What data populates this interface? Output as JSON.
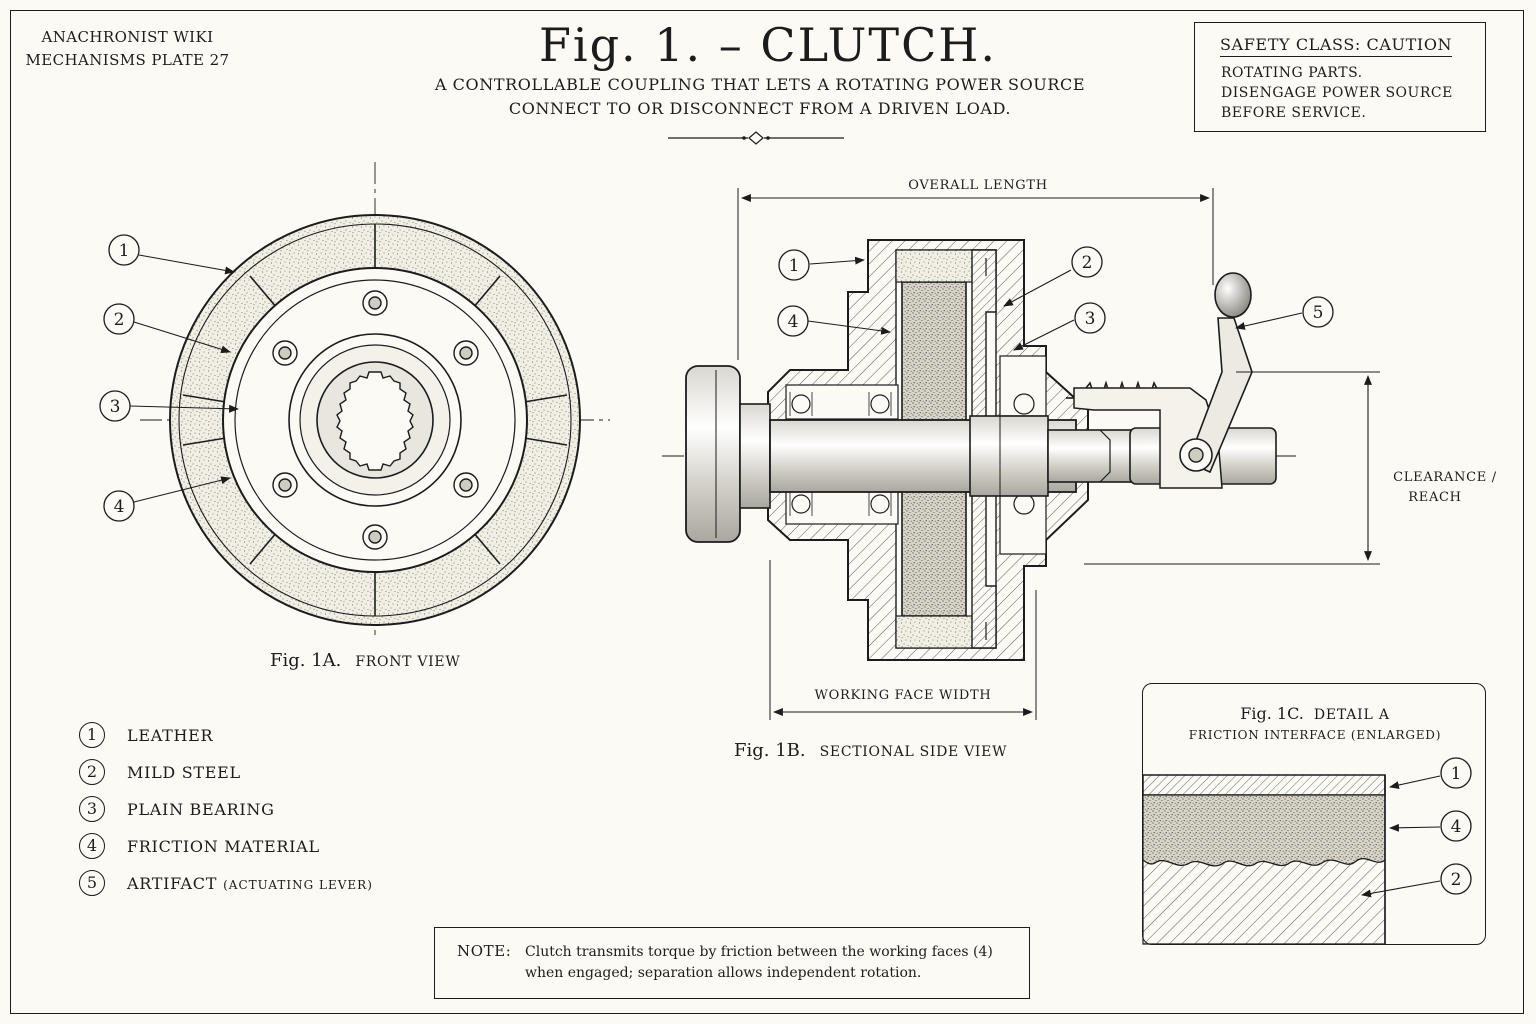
{
  "header": {
    "site": "ANACHRONIST WIKI",
    "plate": "MECHANISMS PLATE 27",
    "title": "Fig. 1. – CLUTCH.",
    "subtitle_line1": "A CONTROLLABLE COUPLING THAT LETS A ROTATING POWER SOURCE",
    "subtitle_line2": "CONNECT TO OR DISCONNECT FROM A DRIVEN LOAD."
  },
  "safety": {
    "heading": "SAFETY CLASS: CAUTION",
    "lines": [
      "ROTATING PARTS.",
      "DISENGAGE POWER SOURCE",
      "BEFORE SERVICE."
    ]
  },
  "fig1a": {
    "label": "Fig. 1A.",
    "view": "FRONT VIEW",
    "callouts": [
      "1",
      "2",
      "3",
      "4"
    ]
  },
  "fig1b": {
    "label": "Fig. 1B.",
    "view": "SECTIONAL SIDE VIEW",
    "callouts": [
      "1",
      "2",
      "3",
      "4",
      "5"
    ],
    "dim_overall": "OVERALL LENGTH",
    "dim_working": "WORKING FACE WIDTH",
    "dim_clearance_line1": "CLEARANCE /",
    "dim_clearance_line2": "REACH"
  },
  "fig1c": {
    "label": "Fig. 1C.",
    "view": "DETAIL A",
    "subtitle": "FRICTION INTERFACE (ENLARGED)",
    "callouts": [
      "1",
      "4",
      "2"
    ]
  },
  "legend": [
    {
      "num": "1",
      "label": "LEATHER",
      "note": ""
    },
    {
      "num": "2",
      "label": "MILD STEEL",
      "note": ""
    },
    {
      "num": "3",
      "label": "PLAIN BEARING",
      "note": ""
    },
    {
      "num": "4",
      "label": "FRICTION MATERIAL",
      "note": ""
    },
    {
      "num": "5",
      "label": "ARTIFACT",
      "note": "(ACTUATING LEVER)"
    }
  ],
  "note": {
    "label": "NOTE:",
    "line1": "Clutch transmits torque by friction between the working faces (4)",
    "line2": "when engaged; separation allows independent rotation."
  },
  "colors": {
    "ink": "#1c1c1c",
    "paper": "#fbfaf4",
    "stipple": "#e6e2d6",
    "hatch": "#6b6b6b"
  }
}
